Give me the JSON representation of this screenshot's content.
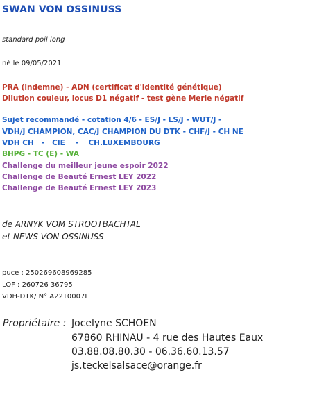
{
  "title": "SWAN VON OSSINUSS",
  "coat": "standard poil long",
  "birth": "né le 09/05/2021",
  "health": {
    "line1": "PRA (indemne) - ADN (certificat d'identité génétique)",
    "line2": "Dilution couleur, locus D1 négatif - test gène Merle négatif"
  },
  "recommendation": {
    "line1": "Sujet recommandé - cotation 4/6 - ES/J - LS/J - WUT/J -",
    "line2": "VDH/J CHAMPION, CAC/J CHAMPION DU DTK - CHF/J - CH NE",
    "line3": "VDH CH   -   CIE    -    CH.LUXEMBOURG",
    "line4": "BHPG - TC (E) - WA"
  },
  "challenges": [
    "Challenge du meilleur jeune espoir 2022",
    "Challenge de Beauté Ernest LEY 2022",
    "Challenge de Beauté Ernest LEY 2023"
  ],
  "parents": {
    "sire": "de ARNYK VOM STROOTBACHTAL",
    "dam": "et NEWS VON OSSINUSS"
  },
  "identification": {
    "chip": "puce : 250269608969285",
    "lof": "LOF : 260726 36795",
    "vdh": "VDH-DTK/ N° A22T0007L"
  },
  "owner": {
    "label": "Propriétaire :",
    "name": "Jocelyne SCHOEN",
    "address": "67860 RHINAU - 4 rue des Hautes Eaux",
    "phones": "03.88.08.80.30 - 06.36.60.13.57",
    "email": "js.teckelsalsace@orange.fr"
  },
  "colors": {
    "title": "#1f4fb4",
    "health": "#c0392b",
    "recommendation": "#1f62c8",
    "work": "#58b23b",
    "challenges": "#8e4aa1"
  }
}
